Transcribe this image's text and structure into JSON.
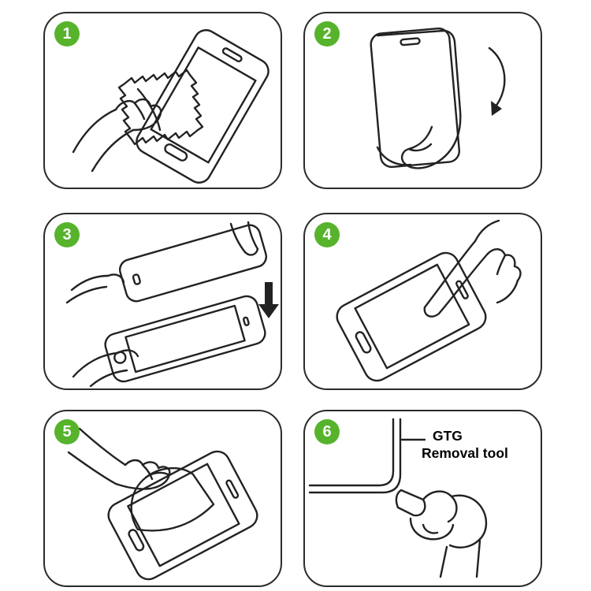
{
  "colors": {
    "badge_green": "#56b32b",
    "line_color": "#222222",
    "background": "#ffffff"
  },
  "steps": [
    {
      "number": "1",
      "illustration": "wipe-phone-with-cloth"
    },
    {
      "number": "2",
      "illustration": "peel-backing-film-from-glass"
    },
    {
      "number": "3",
      "illustration": "align-glass-over-phone"
    },
    {
      "number": "4",
      "illustration": "press-center-of-screen"
    },
    {
      "number": "5",
      "illustration": "peel-top-protective-layer"
    },
    {
      "number": "6",
      "illustration": "glass-corner-with-removal-tool",
      "annotation": {
        "line1": "GTG",
        "line2": "Removal tool"
      }
    }
  ]
}
